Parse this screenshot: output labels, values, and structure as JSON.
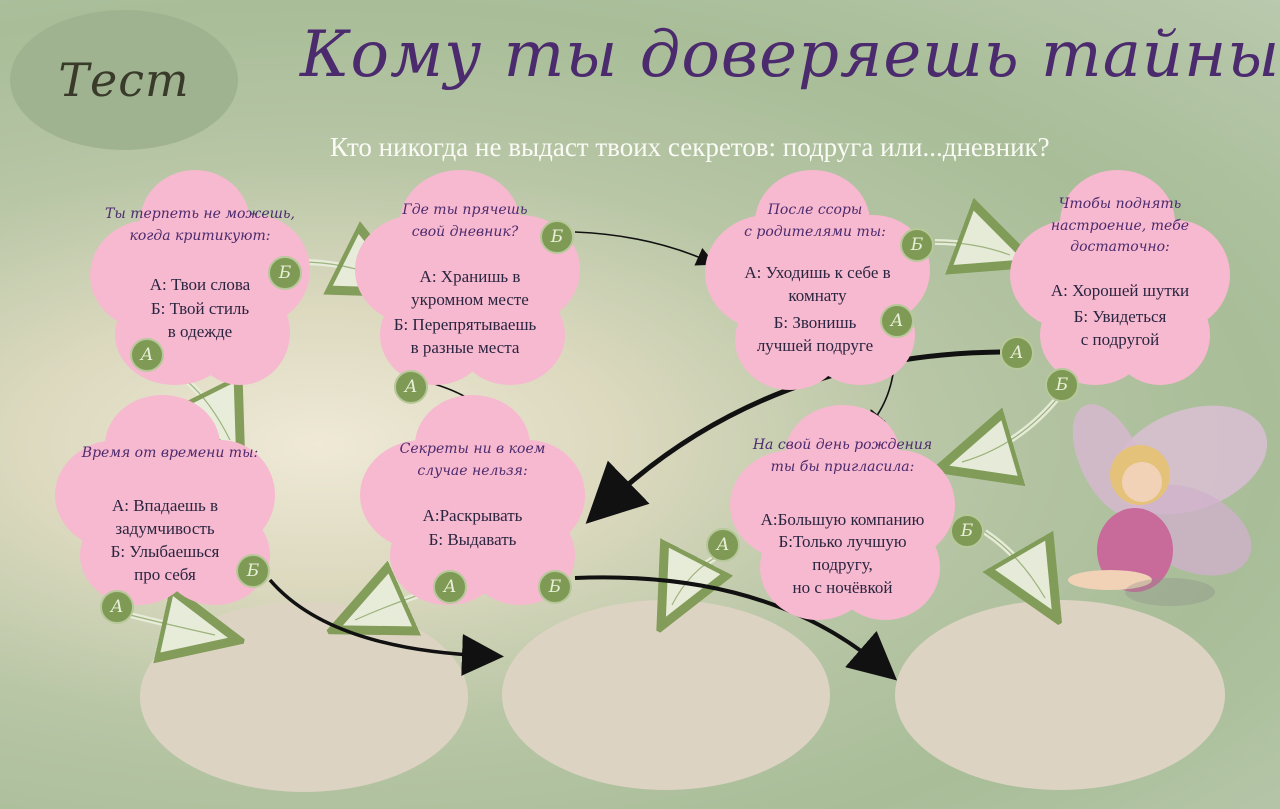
{
  "badge": "Тест",
  "title": "Кому ты доверяешь тайны?",
  "subtitle": "Кто никогда не выдаст твоих секретов: подруга или...дневник?",
  "label_a": "А",
  "label_b": "Б",
  "colors": {
    "petal": "#f6b9cf",
    "badge": "#7f9a55",
    "title": "#4b2a6e",
    "result": "#ddd3c2"
  },
  "questions": [
    {
      "id": "q1",
      "q": [
        "Ты терпеть не можешь,",
        "когда критикуют:"
      ],
      "a": "А: Твои слова",
      "b": [
        "Б: Твой стиль",
        "в одежде"
      ]
    },
    {
      "id": "q2",
      "q": [
        "Где ты прячешь",
        "свой дневник?"
      ],
      "a": [
        "А: Хранишь в",
        "укромном месте"
      ],
      "b": [
        "Б: Перепрятываешь",
        "в разные места"
      ]
    },
    {
      "id": "q3",
      "q": [
        "После ссоры",
        "с родителями ты:"
      ],
      "a": [
        "А: Уходишь к себе в",
        "комнату"
      ],
      "b": [
        "Б: Звонишь",
        "лучшей подруге"
      ]
    },
    {
      "id": "q4",
      "q": [
        "Чтобы поднять",
        "настроение, тебе",
        "достаточно:"
      ],
      "a": "А: Хорошей шутки",
      "b": [
        "Б: Увидеться",
        "с подругой"
      ]
    },
    {
      "id": "q5",
      "q": [
        "Время от времени ты:"
      ],
      "a": [
        "А: Впадаешь в",
        "задумчивость"
      ],
      "b": [
        "Б: Улыбаешься",
        "про себя"
      ]
    },
    {
      "id": "q6",
      "q": [
        "Секреты ни в коем",
        "случае нельзя:"
      ],
      "a": "А:Раскрывать",
      "b": "Б: Выдавать"
    },
    {
      "id": "q7",
      "q": [
        "На свой день рождения",
        "ты бы пригласила:"
      ],
      "a": "А:Большую компанию",
      "b": [
        "Б:Только лучшую",
        "подругу,",
        "но с ночёвкой"
      ]
    }
  ]
}
